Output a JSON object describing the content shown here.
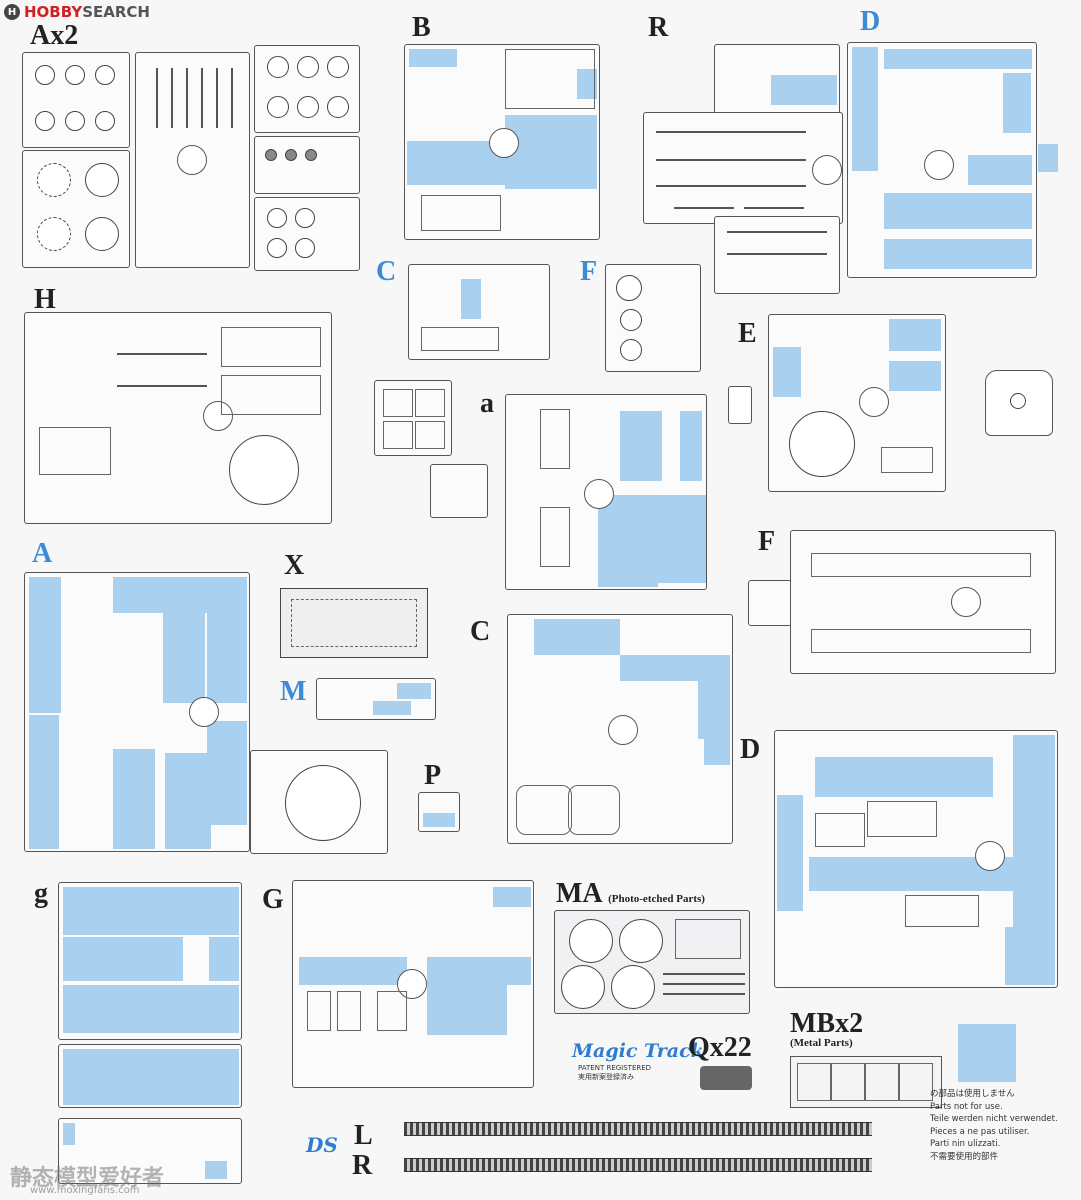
{
  "logo": {
    "brand_red": "HOBBY",
    "brand_gray": "SEARCH"
  },
  "sprues": {
    "ax2": "Ax2",
    "b": "B",
    "r": "R",
    "d_top": "D",
    "h": "H",
    "c_small": "C",
    "f_small": "F",
    "e": "E",
    "a_lower": "a",
    "f_large": "F",
    "a_big": "A",
    "x": "X",
    "m": "M",
    "c_mid": "C",
    "p": "P",
    "d_lower": "D",
    "g_lower": "g",
    "g_upper": "G",
    "ma": "MA",
    "ma_sub": "(Photo-etched Parts)",
    "qx22": "Qx22",
    "mbx2": "MBx2",
    "mb_sub": "(Metal Parts)",
    "l": "L",
    "r_track": "R"
  },
  "magic_track": {
    "title": "Magic Track",
    "patent": "PATENT REGISTERED",
    "patent_jp": "実用新案登録済み"
  },
  "ds_logo": "DS",
  "not_for_use": [
    "の部品は使用しません",
    "Parts not for use.",
    "Teile werden nicht verwendet.",
    "Pieces a ne pas utiliser.",
    "Parti nin ulizzati.",
    "不需要使用的部件"
  ],
  "watermark": {
    "cn": "静态模型爱好者",
    "url": "www.moxingfans.com"
  },
  "colors": {
    "blue_part": "#a9d0ef",
    "label_blue": "#3d8ad6"
  }
}
